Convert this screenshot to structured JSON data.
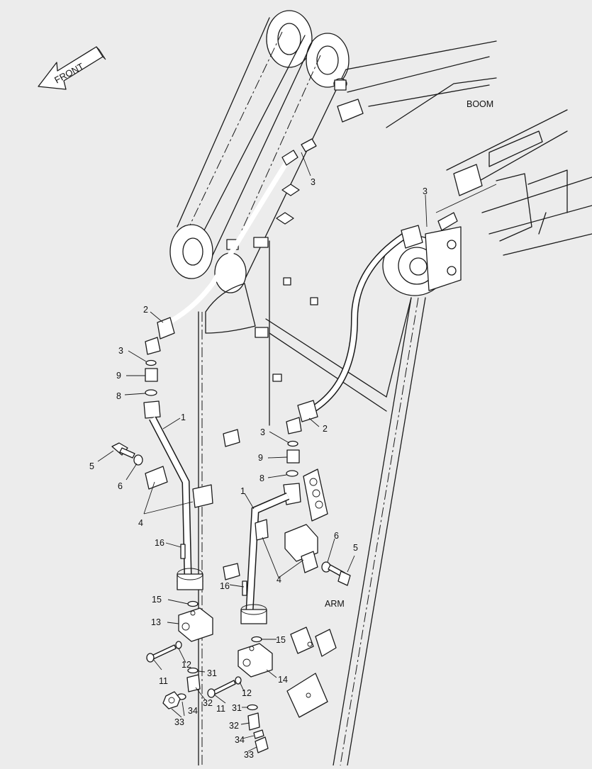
{
  "diagram": {
    "direction_label": "FRONT",
    "region_labels": {
      "boom": "BOOM",
      "arm": "ARM"
    },
    "callouts": [
      {
        "id": "c-3a",
        "text": "3"
      },
      {
        "id": "c-3b",
        "text": "3"
      },
      {
        "id": "c-2a",
        "text": "2"
      },
      {
        "id": "c-3c",
        "text": "3"
      },
      {
        "id": "c-9a",
        "text": "9"
      },
      {
        "id": "c-8a",
        "text": "8"
      },
      {
        "id": "c-1a",
        "text": "1"
      },
      {
        "id": "c-5a",
        "text": "5"
      },
      {
        "id": "c-6a",
        "text": "6"
      },
      {
        "id": "c-4a",
        "text": "4"
      },
      {
        "id": "c-16a",
        "text": "16"
      },
      {
        "id": "c-15a",
        "text": "15"
      },
      {
        "id": "c-13",
        "text": "13"
      },
      {
        "id": "c-11a",
        "text": "11"
      },
      {
        "id": "c-12a",
        "text": "12"
      },
      {
        "id": "c-31a",
        "text": "31"
      },
      {
        "id": "c-32a",
        "text": "32"
      },
      {
        "id": "c-34a",
        "text": "34"
      },
      {
        "id": "c-33a",
        "text": "33"
      },
      {
        "id": "c-3d",
        "text": "3"
      },
      {
        "id": "c-2b",
        "text": "2"
      },
      {
        "id": "c-9b",
        "text": "9"
      },
      {
        "id": "c-8b",
        "text": "8"
      },
      {
        "id": "c-1b",
        "text": "1"
      },
      {
        "id": "c-6b",
        "text": "6"
      },
      {
        "id": "c-5b",
        "text": "5"
      },
      {
        "id": "c-4b",
        "text": "4"
      },
      {
        "id": "c-16b",
        "text": "16"
      },
      {
        "id": "c-15b",
        "text": "15"
      },
      {
        "id": "c-14",
        "text": "14"
      },
      {
        "id": "c-12b",
        "text": "12"
      },
      {
        "id": "c-11b",
        "text": "11"
      },
      {
        "id": "c-31b",
        "text": "31"
      },
      {
        "id": "c-32b",
        "text": "32"
      },
      {
        "id": "c-34b",
        "text": "34"
      },
      {
        "id": "c-33b",
        "text": "33"
      }
    ]
  }
}
